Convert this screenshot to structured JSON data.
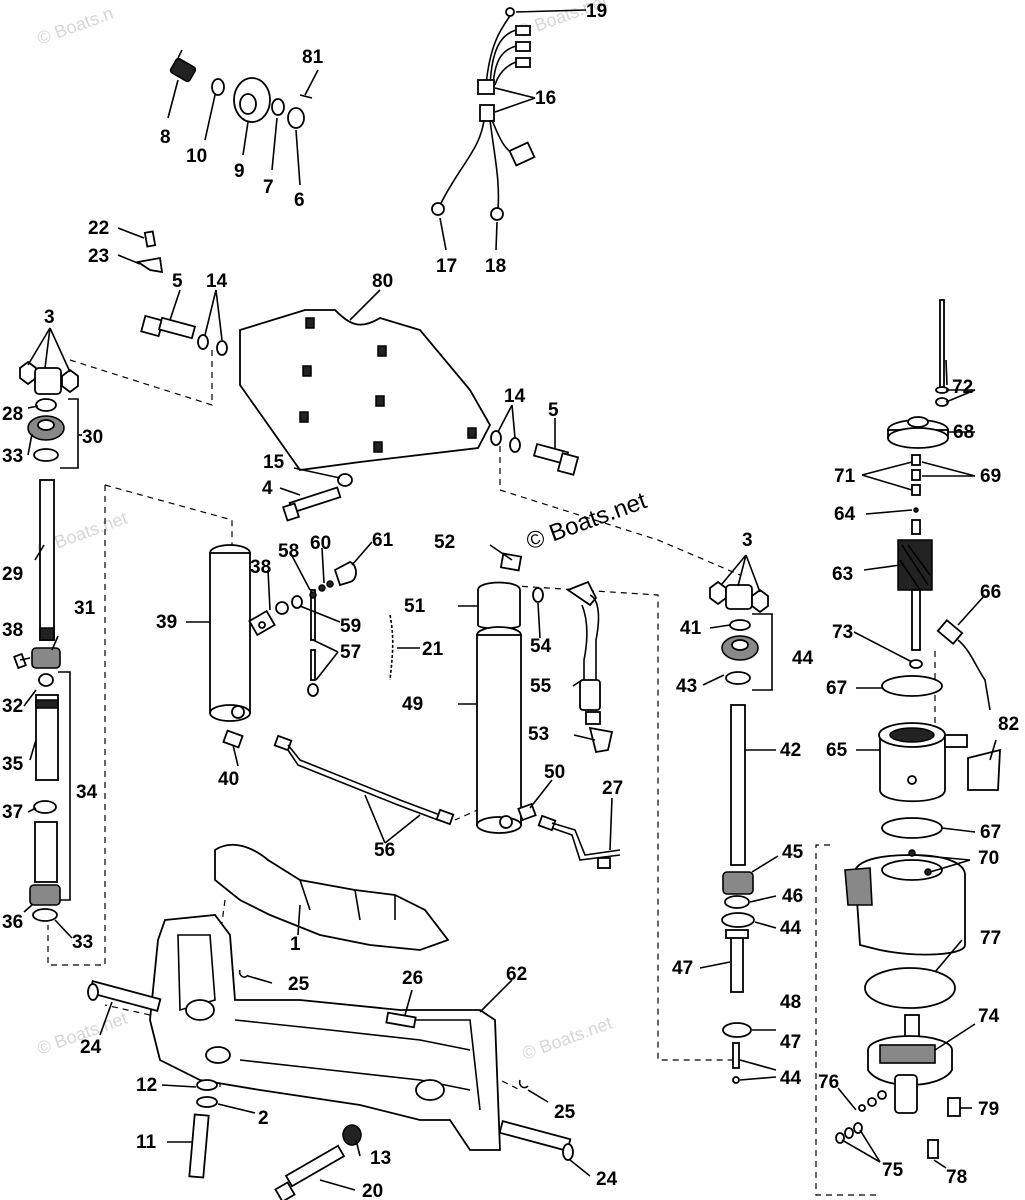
{
  "watermark": "© Boats.net",
  "watermark_small": "© Boats.n",
  "part_labels": [
    "19",
    "81",
    "16",
    "8",
    "10",
    "9",
    "7",
    "6",
    "17",
    "18",
    "22",
    "23",
    "5",
    "14",
    "80",
    "3",
    "28",
    "30",
    "33",
    "14",
    "5",
    "72",
    "68",
    "69",
    "71",
    "64",
    "15",
    "4",
    "29",
    "52",
    "3",
    "63",
    "61",
    "60",
    "58",
    "38",
    "66",
    "39",
    "59",
    "51",
    "54",
    "41",
    "31",
    "57",
    "21",
    "73",
    "44",
    "43",
    "38",
    "55",
    "49",
    "67",
    "32",
    "65",
    "82",
    "53",
    "42",
    "35",
    "40",
    "50",
    "34",
    "27",
    "37",
    "67",
    "56",
    "45",
    "70",
    "46",
    "36",
    "33",
    "1",
    "44",
    "77",
    "25",
    "47",
    "26",
    "62",
    "48",
    "24",
    "74",
    "47",
    "44",
    "12",
    "76",
    "25",
    "2",
    "79",
    "11",
    "13",
    "75",
    "24",
    "78",
    "20"
  ]
}
